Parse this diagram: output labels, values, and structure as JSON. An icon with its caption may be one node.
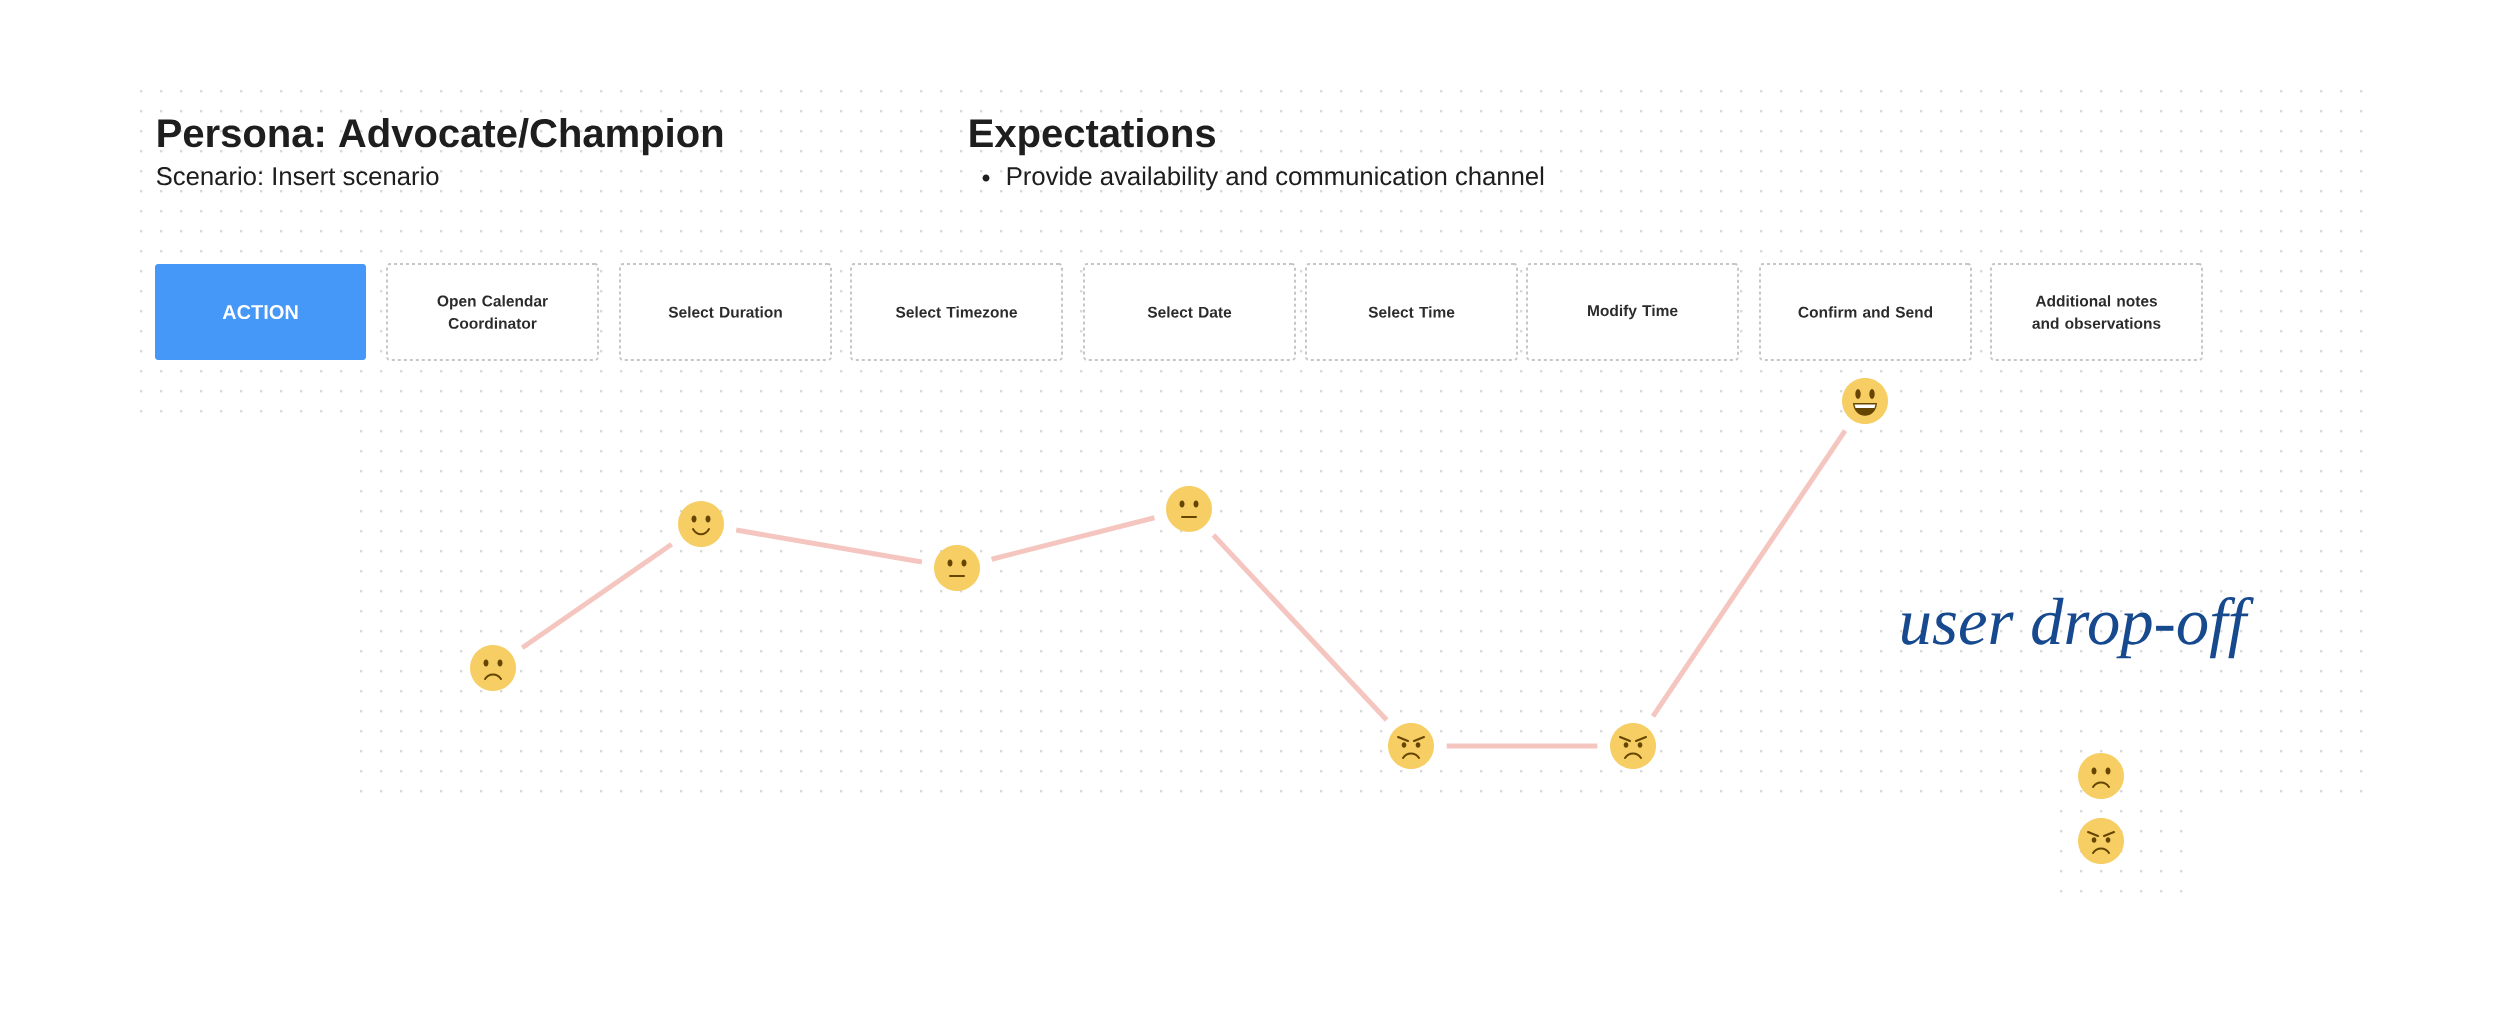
{
  "diagram": {
    "title": "Persona: Advocate/Champion",
    "nodes": [
      {
        "text": [
          "ACTION"
        ]
      },
      {
        "text": [
          "Open Calendar Coordinator"
        ]
      },
      {
        "text": [
          "Select Duration"
        ]
      },
      {
        "text": [
          "Select Timezone"
        ]
      },
      {
        "text": [
          "Select Date"
        ]
      },
      {
        "text": [
          "Select Time"
        ]
      },
      {
        "text": [
          "Modify Time"
        ]
      },
      {
        "text": [
          "Confirm and Send"
        ]
      },
      {
        "text": [
          "Additional notes and observations"
        ]
      },
      {
        "text": [],
        "shape": "picture"
      },
      {
        "text": [],
        "shape": "picture"
      },
      {
        "text": [],
        "shape": "picture"
      },
      {
        "text": [],
        "shape": "picture"
      },
      {
        "text": [],
        "shape": "picture"
      },
      {
        "text": [],
        "shape": "picture"
      },
      {
        "text": [],
        "shape": "picture"
      },
      {
        "text": [],
        "shape": "picture"
      },
      {
        "text": [],
        "shape": "picture"
      }
    ],
    "edges": [
      {
        "from": 9,
        "to": 10,
        "arrow": "none"
      },
      {
        "from": 10,
        "to": 11,
        "arrow": "none"
      },
      {
        "from": 11,
        "to": 12,
        "arrow": "none"
      },
      {
        "from": 12,
        "to": 13,
        "arrow": "none"
      },
      {
        "from": 13,
        "to": 14,
        "arrow": "none"
      },
      {
        "from": 14,
        "to": 15,
        "arrow": "none"
      }
    ],
    "labels": [
      "Scenario: Insert scenario",
      "Expectations",
      "Provide availability and communication channel",
      "user drop-off"
    ]
  }
}
